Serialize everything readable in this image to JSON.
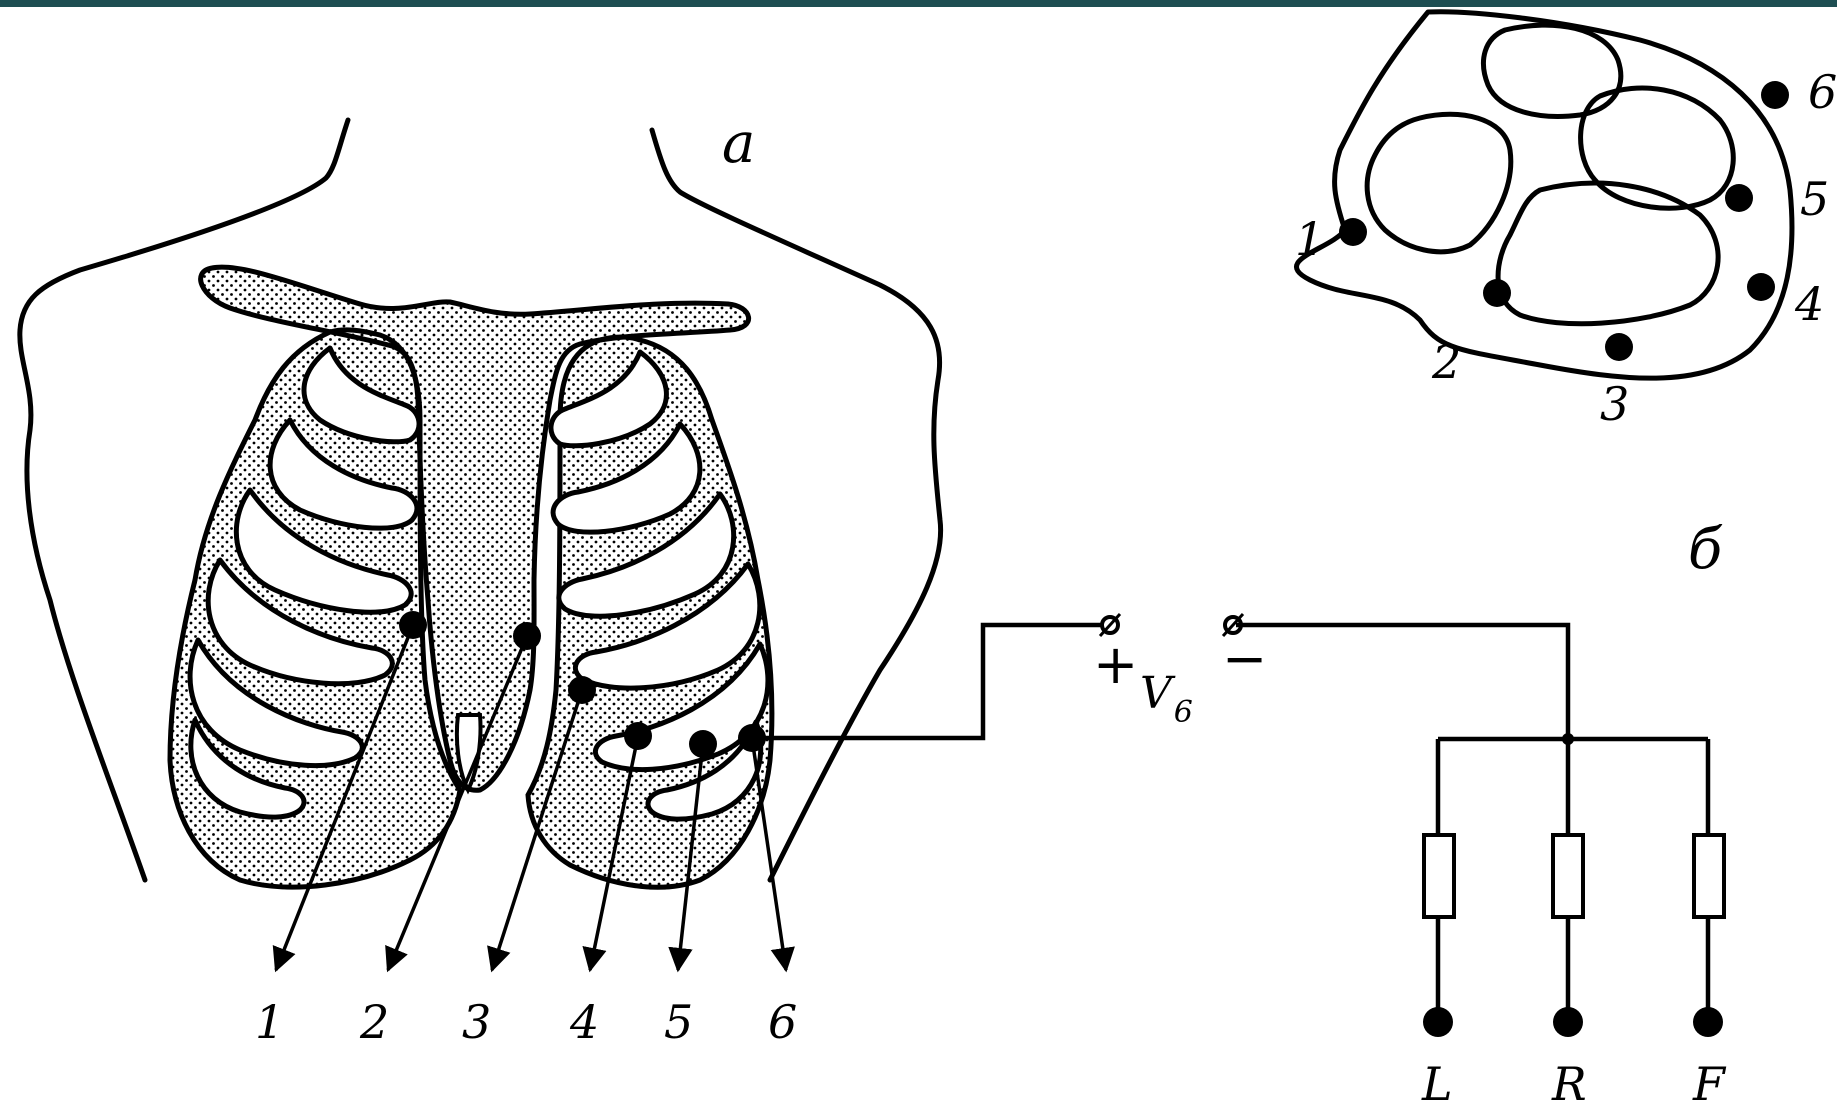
{
  "panel_labels": {
    "a": "a",
    "b": "б"
  },
  "electrode_numbers_front": [
    "1",
    "2",
    "3",
    "4",
    "5",
    "6"
  ],
  "electrode_numbers_cross_section": [
    "1",
    "2",
    "3",
    "4",
    "5",
    "6"
  ],
  "voltmeter": {
    "plus": "+",
    "minus": "−",
    "label": "V",
    "subscript": "6"
  },
  "limb_leads": [
    "L",
    "R",
    "F"
  ],
  "colors": {
    "ink": "#000000",
    "stipple": "#000000",
    "top_bar": "#1e4e52"
  }
}
